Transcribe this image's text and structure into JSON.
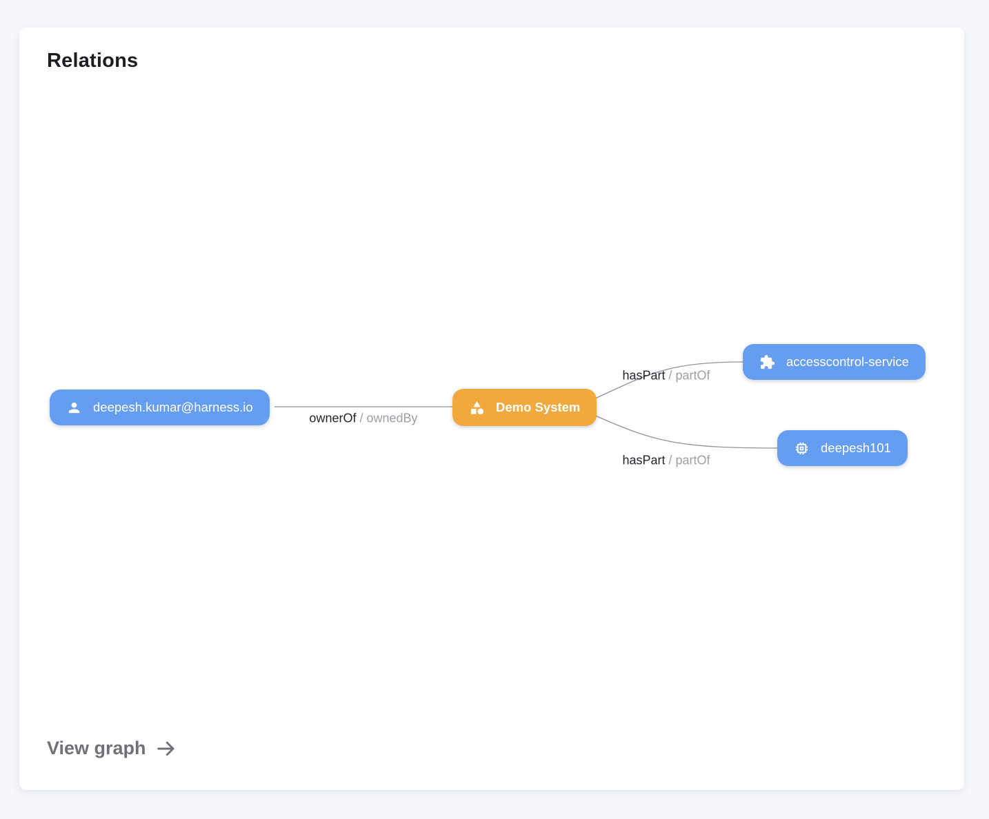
{
  "card": {
    "title": "Relations",
    "view_graph_label": "View graph"
  },
  "colors": {
    "node_blue": "#659DF0",
    "node_orange": "#F1A83D",
    "edge_line": "#8E9299",
    "page_background": "#F6F8FC",
    "edge_label_primary": "#22252B",
    "edge_label_secondary": "#9B9FA7"
  },
  "graph": {
    "edge_label_separator": "/",
    "nodes": [
      {
        "id": "user",
        "label": "deepesh.kumar@harness.io",
        "icon": "person-icon",
        "color": "blue"
      },
      {
        "id": "system",
        "label": "Demo System",
        "icon": "category-shapes-icon",
        "color": "orange"
      },
      {
        "id": "service",
        "label": "accesscontrol-service",
        "icon": "puzzle-piece-icon",
        "color": "blue"
      },
      {
        "id": "component",
        "label": "deepesh101",
        "icon": "chip-icon",
        "color": "blue"
      }
    ],
    "edges": [
      {
        "from": "user",
        "to": "system",
        "label_primary": "ownerOf",
        "label_secondary": "ownedBy"
      },
      {
        "from": "system",
        "to": "service",
        "label_primary": "hasPart",
        "label_secondary": "partOf"
      },
      {
        "from": "system",
        "to": "component",
        "label_primary": "hasPart",
        "label_secondary": "partOf"
      }
    ]
  }
}
